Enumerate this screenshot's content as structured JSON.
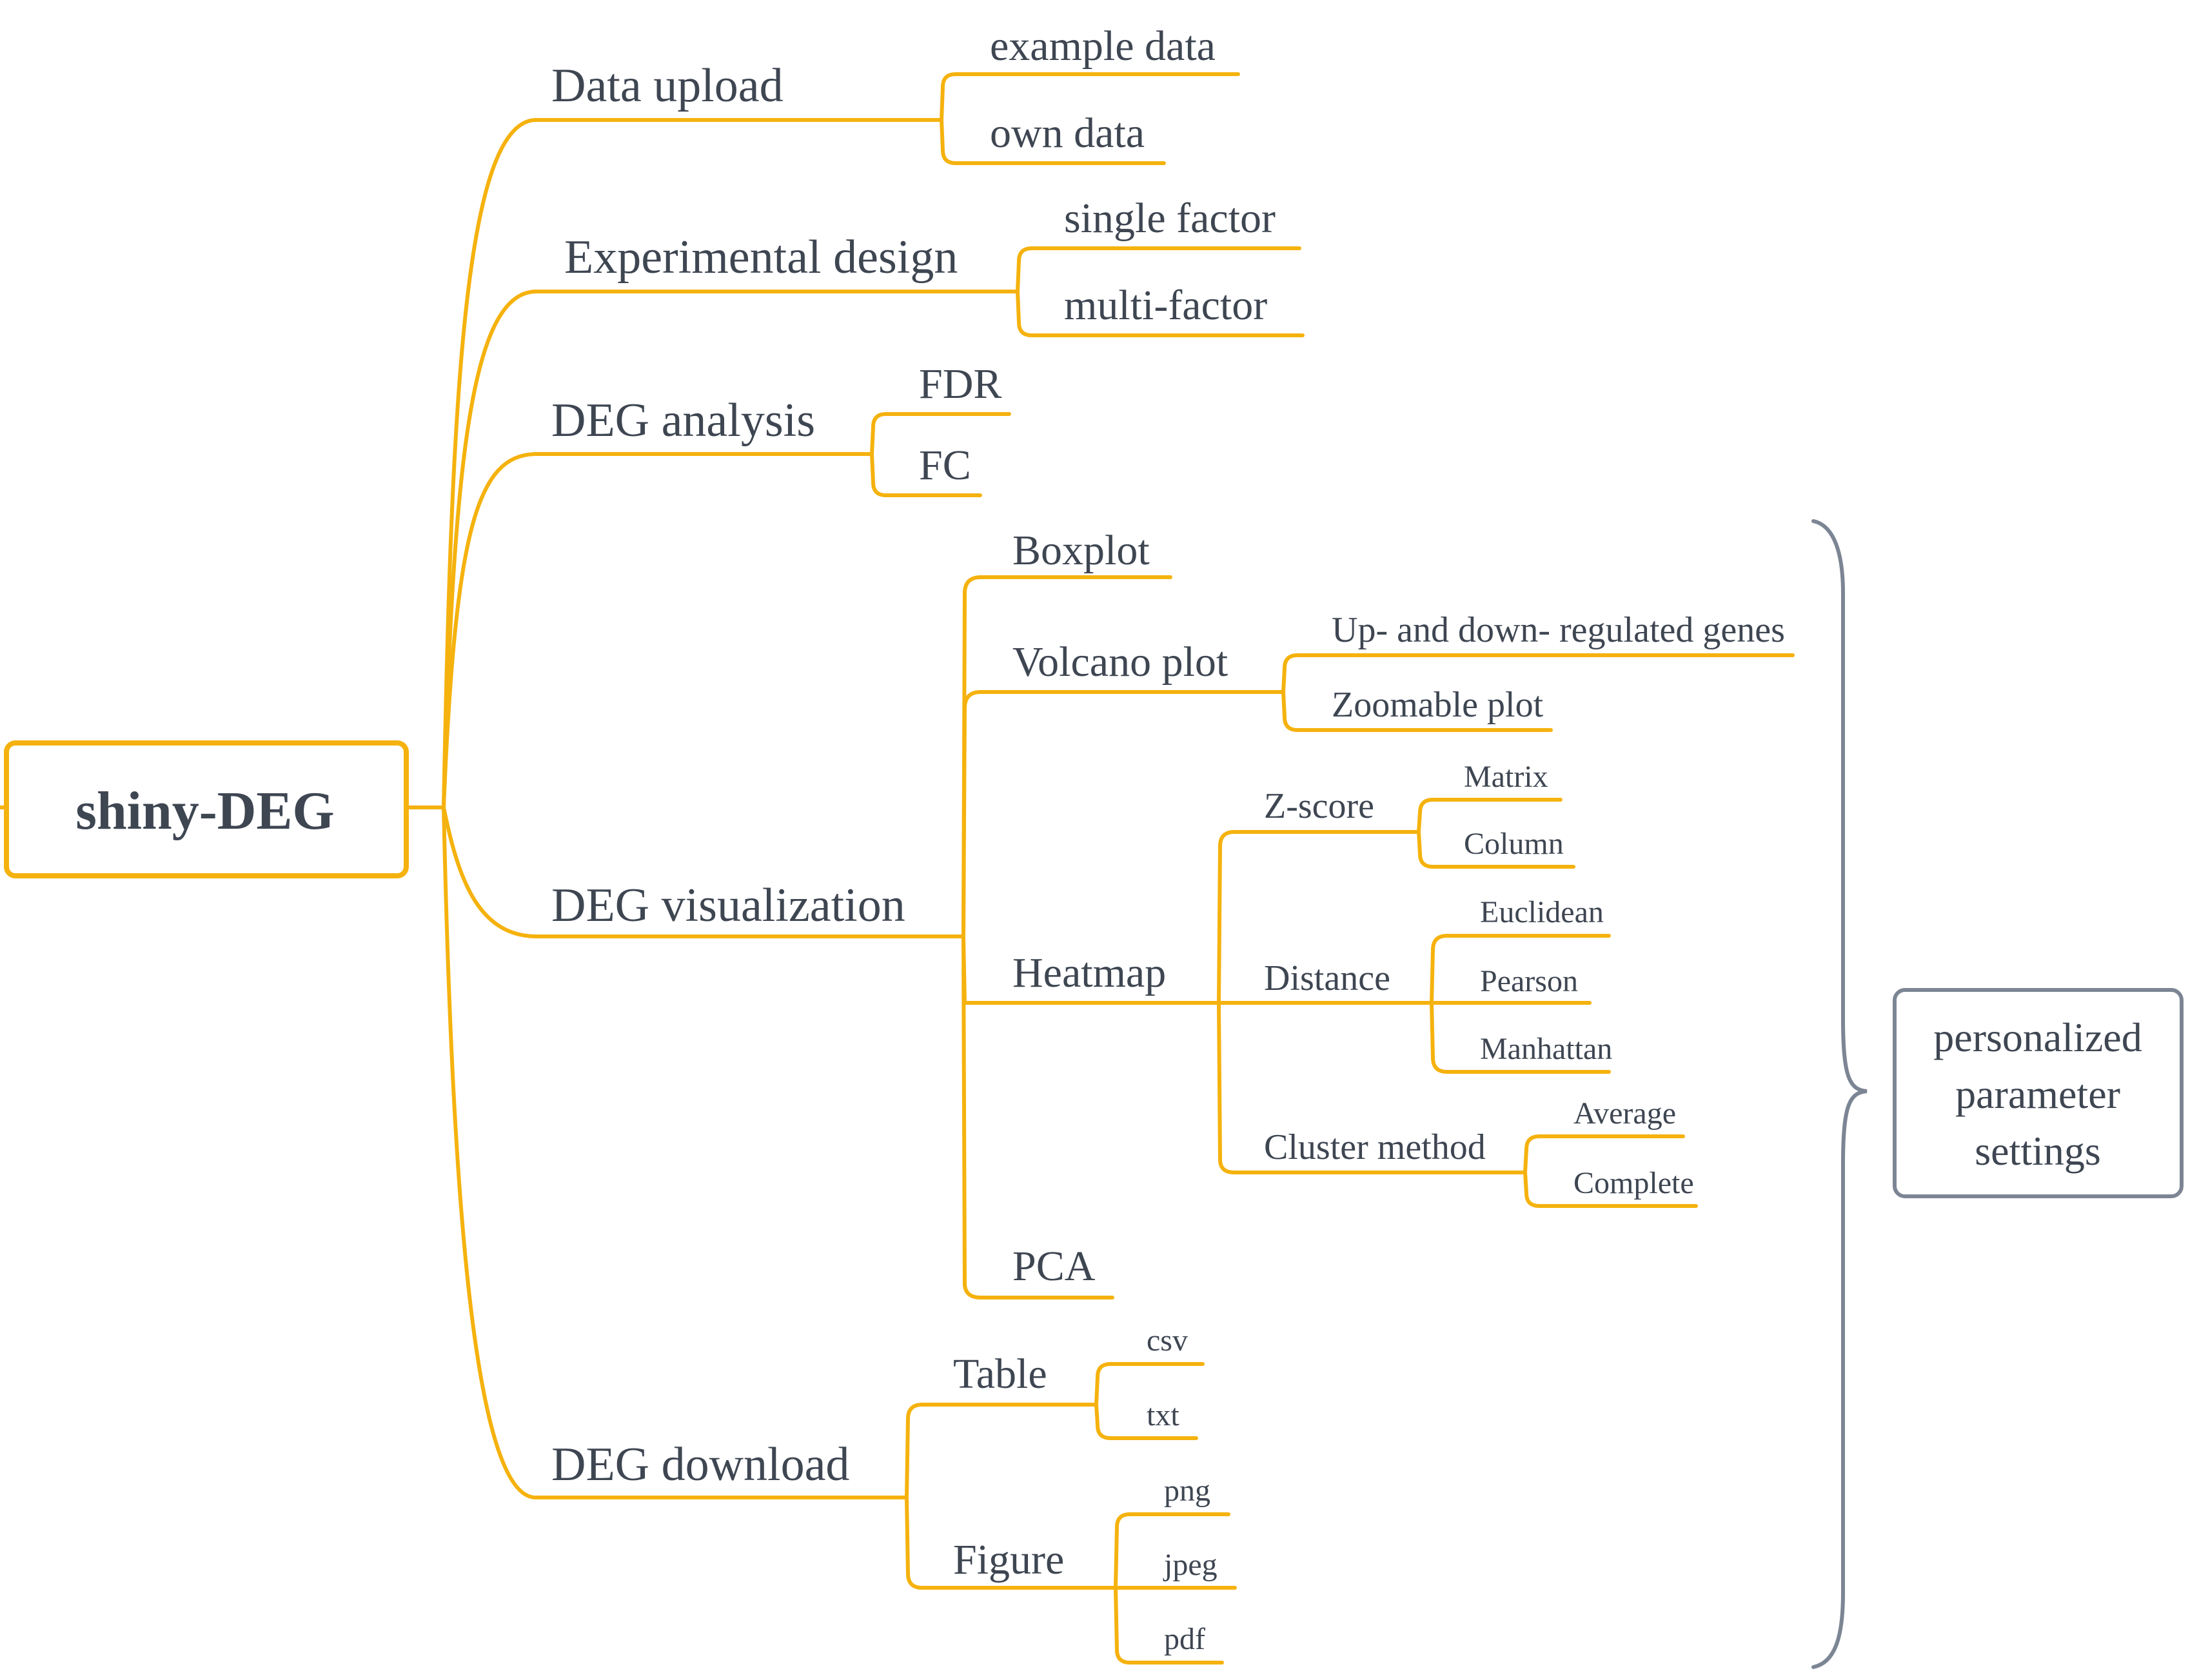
{
  "root": {
    "label": "shiny-DEG"
  },
  "branches": {
    "data_upload": {
      "label": "Data upload",
      "children": [
        "example data",
        "own data"
      ]
    },
    "experimental_design": {
      "label": "Experimental design",
      "children": [
        "single factor",
        "multi-factor"
      ]
    },
    "deg_analysis": {
      "label": "DEG analysis",
      "children": [
        "FDR",
        "FC"
      ]
    },
    "deg_visualization": {
      "label": "DEG visualization",
      "boxplot": "Boxplot",
      "volcano": {
        "label": "Volcano plot",
        "children": [
          "Up-  and down- regulated genes",
          "Zoomable plot"
        ]
      },
      "heatmap": {
        "label": "Heatmap",
        "zscore": {
          "label": "Z-score",
          "children": [
            "Matrix",
            "Column"
          ]
        },
        "distance": {
          "label": "Distance",
          "children": [
            "Euclidean",
            "Pearson",
            "Manhattan"
          ]
        },
        "cluster": {
          "label": "Cluster method",
          "children": [
            "Average",
            "Complete"
          ]
        }
      },
      "pca": "PCA"
    },
    "deg_download": {
      "label": "DEG download",
      "table": {
        "label": "Table",
        "children": [
          "csv",
          "txt"
        ]
      },
      "figure": {
        "label": "Figure",
        "children": [
          "png",
          "jpeg",
          "pdf"
        ]
      }
    }
  },
  "annotation": {
    "lines": [
      "personalized",
      "parameter",
      "settings"
    ]
  },
  "colors": {
    "connector": "#f5b20e",
    "root_border": "#f5b20e",
    "text": "#3e4652",
    "bracket": "#7c8594"
  }
}
